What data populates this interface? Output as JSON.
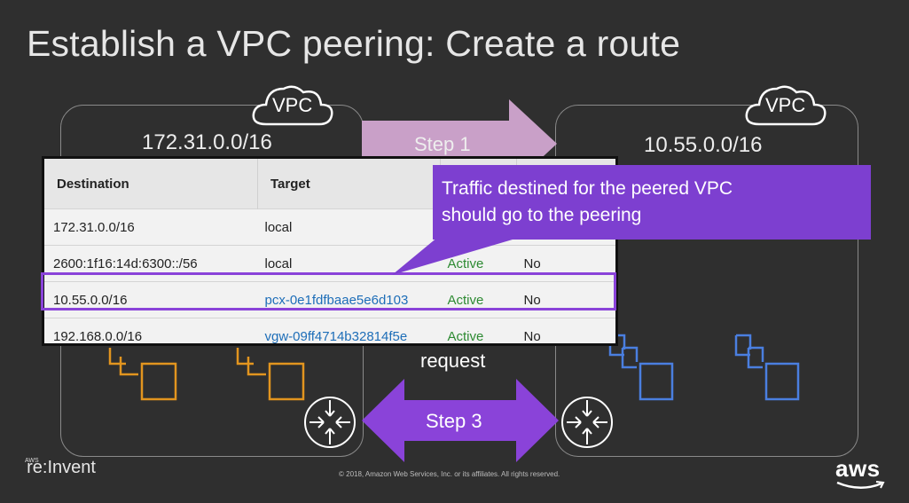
{
  "slide": {
    "title": "Establish a VPC peering: Create a route",
    "vpc_cloud_label": "VPC",
    "left_vpc_cidr": "172.31.0.0/16",
    "right_vpc_cidr": "10.55.0.0/16",
    "step1_label": "Step 1",
    "step2_fragment": "request",
    "step3_label": "Step 3",
    "callout_text_line1": "Traffic destined for the peered VPC",
    "callout_text_line2": "should go to the peering",
    "footer_copyright": "© 2018, Amazon Web Services, Inc. or its affiliates. All rights reserved.",
    "event_small": "AWS",
    "event_name": "re:Invent",
    "brand_logo": "aws"
  },
  "route_table": {
    "headers": [
      "Destination",
      "Target",
      "",
      ""
    ],
    "rows": [
      {
        "destination": "172.31.0.0/16",
        "target": "local",
        "status": "",
        "propagated": ""
      },
      {
        "destination": "2600:1f16:14d:6300::/56",
        "target": "local",
        "status": "Active",
        "propagated": "No"
      },
      {
        "destination": "10.55.0.0/16",
        "target": "pcx-0e1fdfbaae5e6d103",
        "status": "Active",
        "propagated": "No"
      },
      {
        "destination": "192.168.0.0/16",
        "target": "vgw-09ff4714b32814f5e",
        "status": "Active",
        "propagated": "No"
      }
    ]
  },
  "colors": {
    "background": "#2f2f2f",
    "purple": "#7d3fd0",
    "highlight_border": "#8a43d9",
    "pink_arrow": "#c9a0c8",
    "orange_instance": "#e2951f",
    "blue_instance": "#4a7fe0"
  },
  "icons": [
    "vpc-cloud-icon",
    "router-icon",
    "ec2-instance-icon"
  ]
}
